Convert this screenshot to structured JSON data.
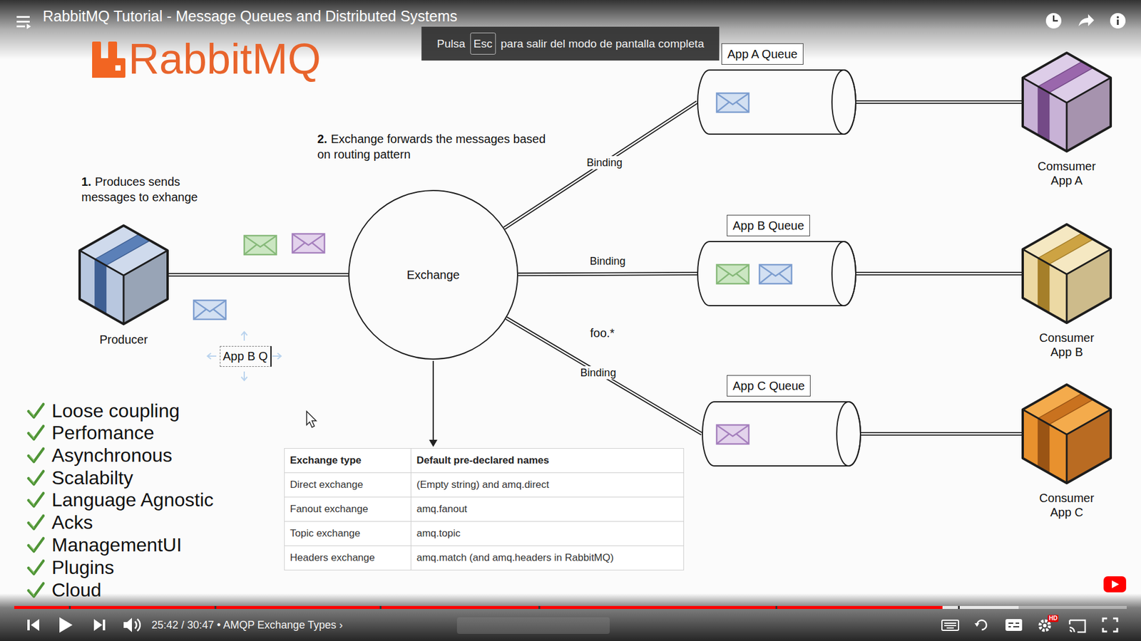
{
  "diagram": {
    "title": "RabbitMQ Tutorial - Message Queues and Distributed Systems",
    "nodes": [
      {
        "text": [
          "Producer"
        ]
      },
      {
        "text": [
          "Exchange"
        ]
      },
      {
        "text": [
          "App A Queue"
        ]
      },
      {
        "text": [
          "Comsumer App A"
        ]
      },
      {
        "text": [
          "App B Queue"
        ]
      },
      {
        "text": [
          "Consumer App B"
        ]
      },
      {
        "text": [
          "App C Queue"
        ]
      },
      {
        "text": [
          "Consumer App C"
        ]
      }
    ],
    "edges": [
      {
        "from": 0,
        "to": 1,
        "arrow": "none"
      },
      {
        "from": 1,
        "to": 2,
        "label": "Binding",
        "arrow": "none"
      },
      {
        "from": 1,
        "to": 4,
        "label": "Binding",
        "arrow": "none"
      },
      {
        "from": 1,
        "to": 6,
        "label": "Binding",
        "arrow": "none"
      },
      {
        "from": 2,
        "to": 3,
        "arrow": "none"
      },
      {
        "from": 4,
        "to": 5,
        "arrow": "none"
      },
      {
        "from": 6,
        "to": 7,
        "arrow": "none"
      }
    ],
    "labels": [
      "RabbitMQ",
      "Pulsa",
      "Esc",
      "para salir del modo de pantalla completa",
      "2.",
      "Exchange forwards the messages based on routing pattern",
      "1.",
      "Produces sends messages to exhange",
      "App B Q",
      "foo.*",
      "Loose coupling",
      "Perfomance",
      "Asynchronous",
      "Scalabilty",
      "Language Agnostic",
      "Acks",
      "ManagementUI",
      "Plugins",
      "Cloud",
      "Exchange type",
      "Default pre-declared names",
      "Direct exchange",
      "(Empty string) and amq.direct",
      "Fanout exchange",
      "amq.fanout",
      "Topic exchange",
      "amq.topic",
      "Headers exchange",
      "amq.match (and amq.headers in RabbitMQ)",
      "25:42 / 30:47 • AMQP Exchange Types ›",
      "HD"
    ]
  }
}
